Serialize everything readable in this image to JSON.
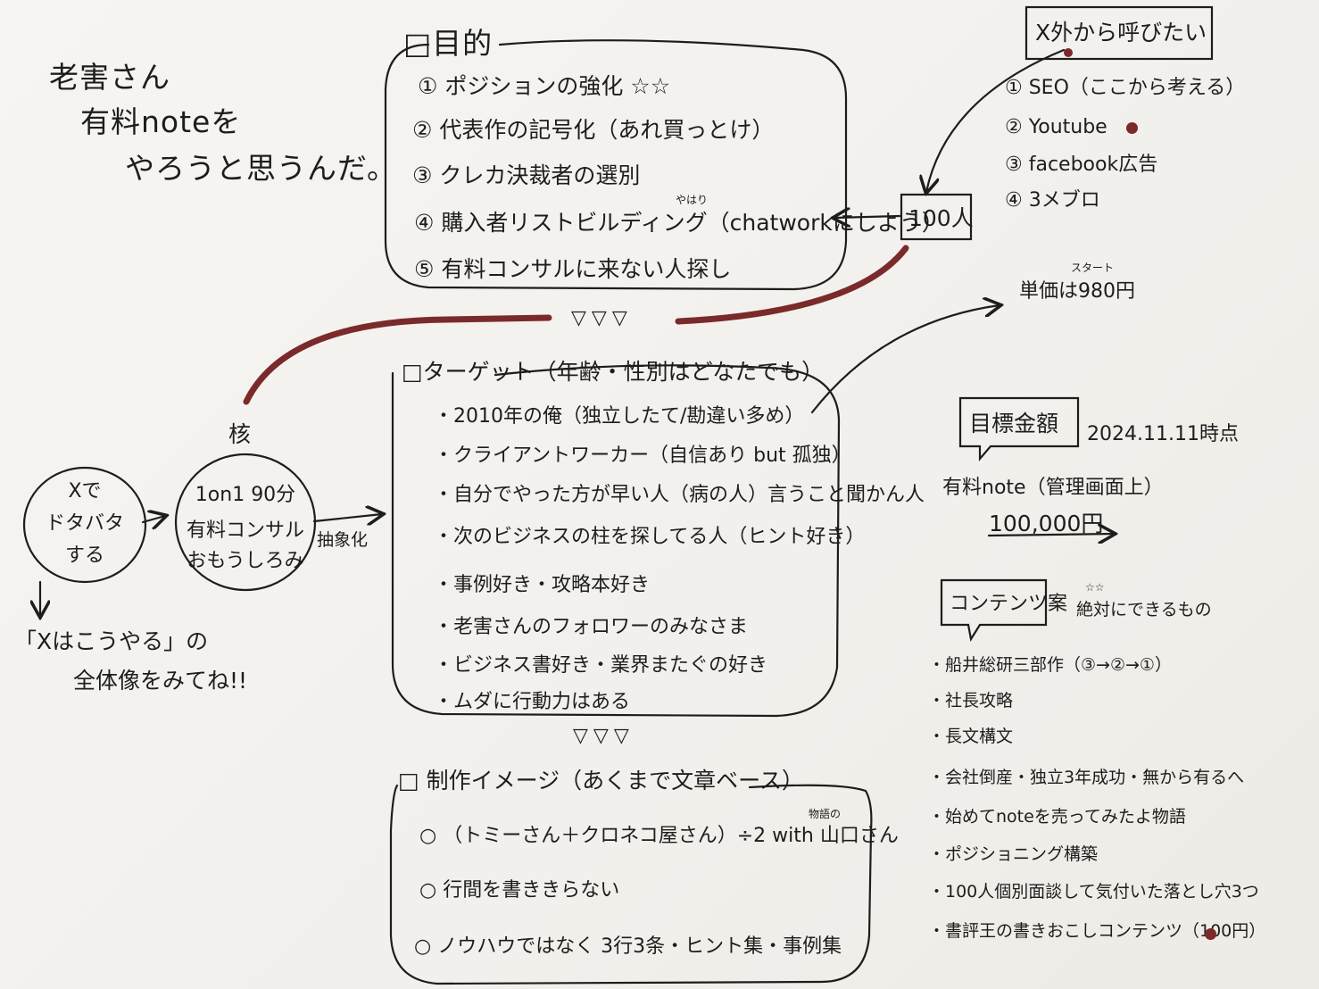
{
  "title": {
    "line1": "老害さん",
    "line2": "有料noteを",
    "line3": "やろうと思うんだ。"
  },
  "purpose": {
    "heading": "□目的",
    "items": [
      "① ポジションの強化 ☆☆",
      "② 代表作の記号化（あれ買っとけ）",
      "③ クレカ決裁者の選別",
      "④ 購入者リストビルディング（chatworkにしよう）",
      "⑤ 有料コンサルに来ない人探し"
    ],
    "annotation": "やはり"
  },
  "outside_x": {
    "heading": "X外から呼びたい",
    "items": [
      "① SEO（ここから考える）",
      "② Youtube",
      "③ facebook広告",
      "④ 3メブロ"
    ]
  },
  "hundred": "100人",
  "price": {
    "label": "単価は980円",
    "annotation": "スタート"
  },
  "target": {
    "heading": "□ターゲット（年齢・性別はどなたでも）",
    "items": [
      "・2010年の俺（独立したて/勘違い多め）",
      "・クライアントワーカー（自信あり but 孤独）",
      "・自分でやった方が早い人（病の人）言うこと聞かん人",
      "・次のビジネスの柱を探してる人（ヒント好き）",
      "・事例好き・攻略本好き",
      "・老害さんのフォロワーのみなさま",
      "・ビジネス書好き・業界またぐの好き",
      "・ムダに行動力はある"
    ]
  },
  "core": {
    "label": "核",
    "line1": "1on1 90分",
    "line2": "有料コンサル",
    "line3": "おもうしろみ"
  },
  "x_node": {
    "line1": "Xで",
    "line2": "ドタバタ",
    "line3": "する"
  },
  "abstraction": "抽象化",
  "x_plan": {
    "line1": "「Xはこうやる」の",
    "line2": "全体像をみてね!!"
  },
  "goal": {
    "label": "目標金額",
    "date": "2024.11.11時点",
    "line1": "有料note（管理画面上）",
    "line2": "100,000円"
  },
  "content_plan": {
    "label": "コンテンツ案",
    "note": "絶対にできるもの",
    "stars": "☆☆",
    "items": [
      "・船井総研三部作（③→②→①）",
      "・社長攻略",
      "・長文構文",
      "・会社倒産・独立3年成功・無から有るへ",
      "・始めてnoteを売ってみたよ物語",
      "・ポジショニング構築",
      "・100人個別面談して気付いた落とし穴3つ",
      "・書評王の書きおこしコンテンツ（100円）"
    ]
  },
  "production": {
    "heading": "□ 制作イメージ（あくまで文章ベース）",
    "items": [
      "○ （トミーさん＋クロネコ屋さん）÷2 with 山口さん",
      "○ 行間を書ききらない",
      "○ ノウハウではなく 3行3条・ヒント集・事例集"
    ],
    "annotation": "物語の"
  },
  "triangles": "▽▽▽",
  "colors": {
    "ink": "#1d1d1d",
    "accent": "#7a2a2a",
    "paper": "#f4f2ee"
  }
}
